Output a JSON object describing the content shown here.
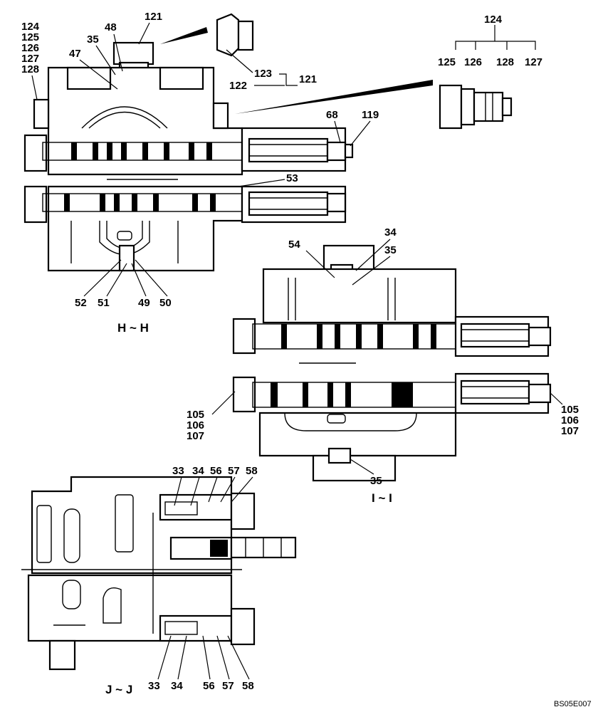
{
  "section_labels": {
    "hh": "H ~ H",
    "ii": "I ~ I",
    "jj": "J ~ J"
  },
  "labels": {
    "l121a": "121",
    "l48": "48",
    "l35a": "35",
    "l47": "47",
    "l124a": "124",
    "l125a": "125",
    "l126a": "126",
    "l127a": "127",
    "l128a": "128",
    "l123": "123",
    "l122": "122",
    "l121b": "121",
    "l124b": "124",
    "l125b": "125",
    "l126b": "126",
    "l128b": "128",
    "l127b": "127",
    "l68": "68",
    "l119": "119",
    "l53": "53",
    "l52": "52",
    "l51": "51",
    "l49": "49",
    "l50": "50",
    "l34a": "34",
    "l54": "54",
    "l35b": "35",
    "l105a": "105",
    "l106a": "106",
    "l107a": "107",
    "l105b": "105",
    "l106b": "106",
    "l107b": "107",
    "l35c": "35",
    "l33a": "33",
    "l34b": "34",
    "l56a": "56",
    "l57a": "57",
    "l58a": "58",
    "l33b": "33",
    "l34c": "34",
    "l56b": "56",
    "l57b": "57",
    "l58b": "58"
  },
  "figure_code": "BS05E007"
}
